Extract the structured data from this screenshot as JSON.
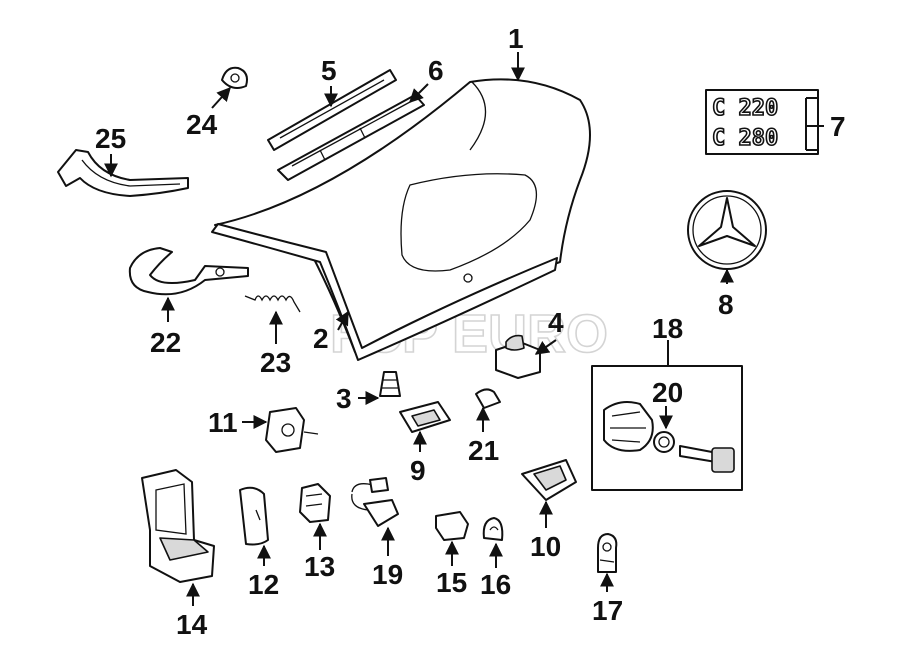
{
  "diagram": {
    "title": "Trunk lid components exploded view",
    "watermark": "FCP EURO",
    "badges": [
      "C 220",
      "C 280"
    ],
    "callouts": [
      "1",
      "2",
      "3",
      "4",
      "5",
      "6",
      "7",
      "8",
      "9",
      "10",
      "11",
      "12",
      "13",
      "14",
      "15",
      "16",
      "17",
      "18",
      "19",
      "20",
      "21",
      "22",
      "23",
      "24",
      "25"
    ]
  },
  "colors": {
    "line": "#111111",
    "shade": "#d9d9d9",
    "watermark": "#d4d4d4",
    "background": "#ffffff"
  }
}
